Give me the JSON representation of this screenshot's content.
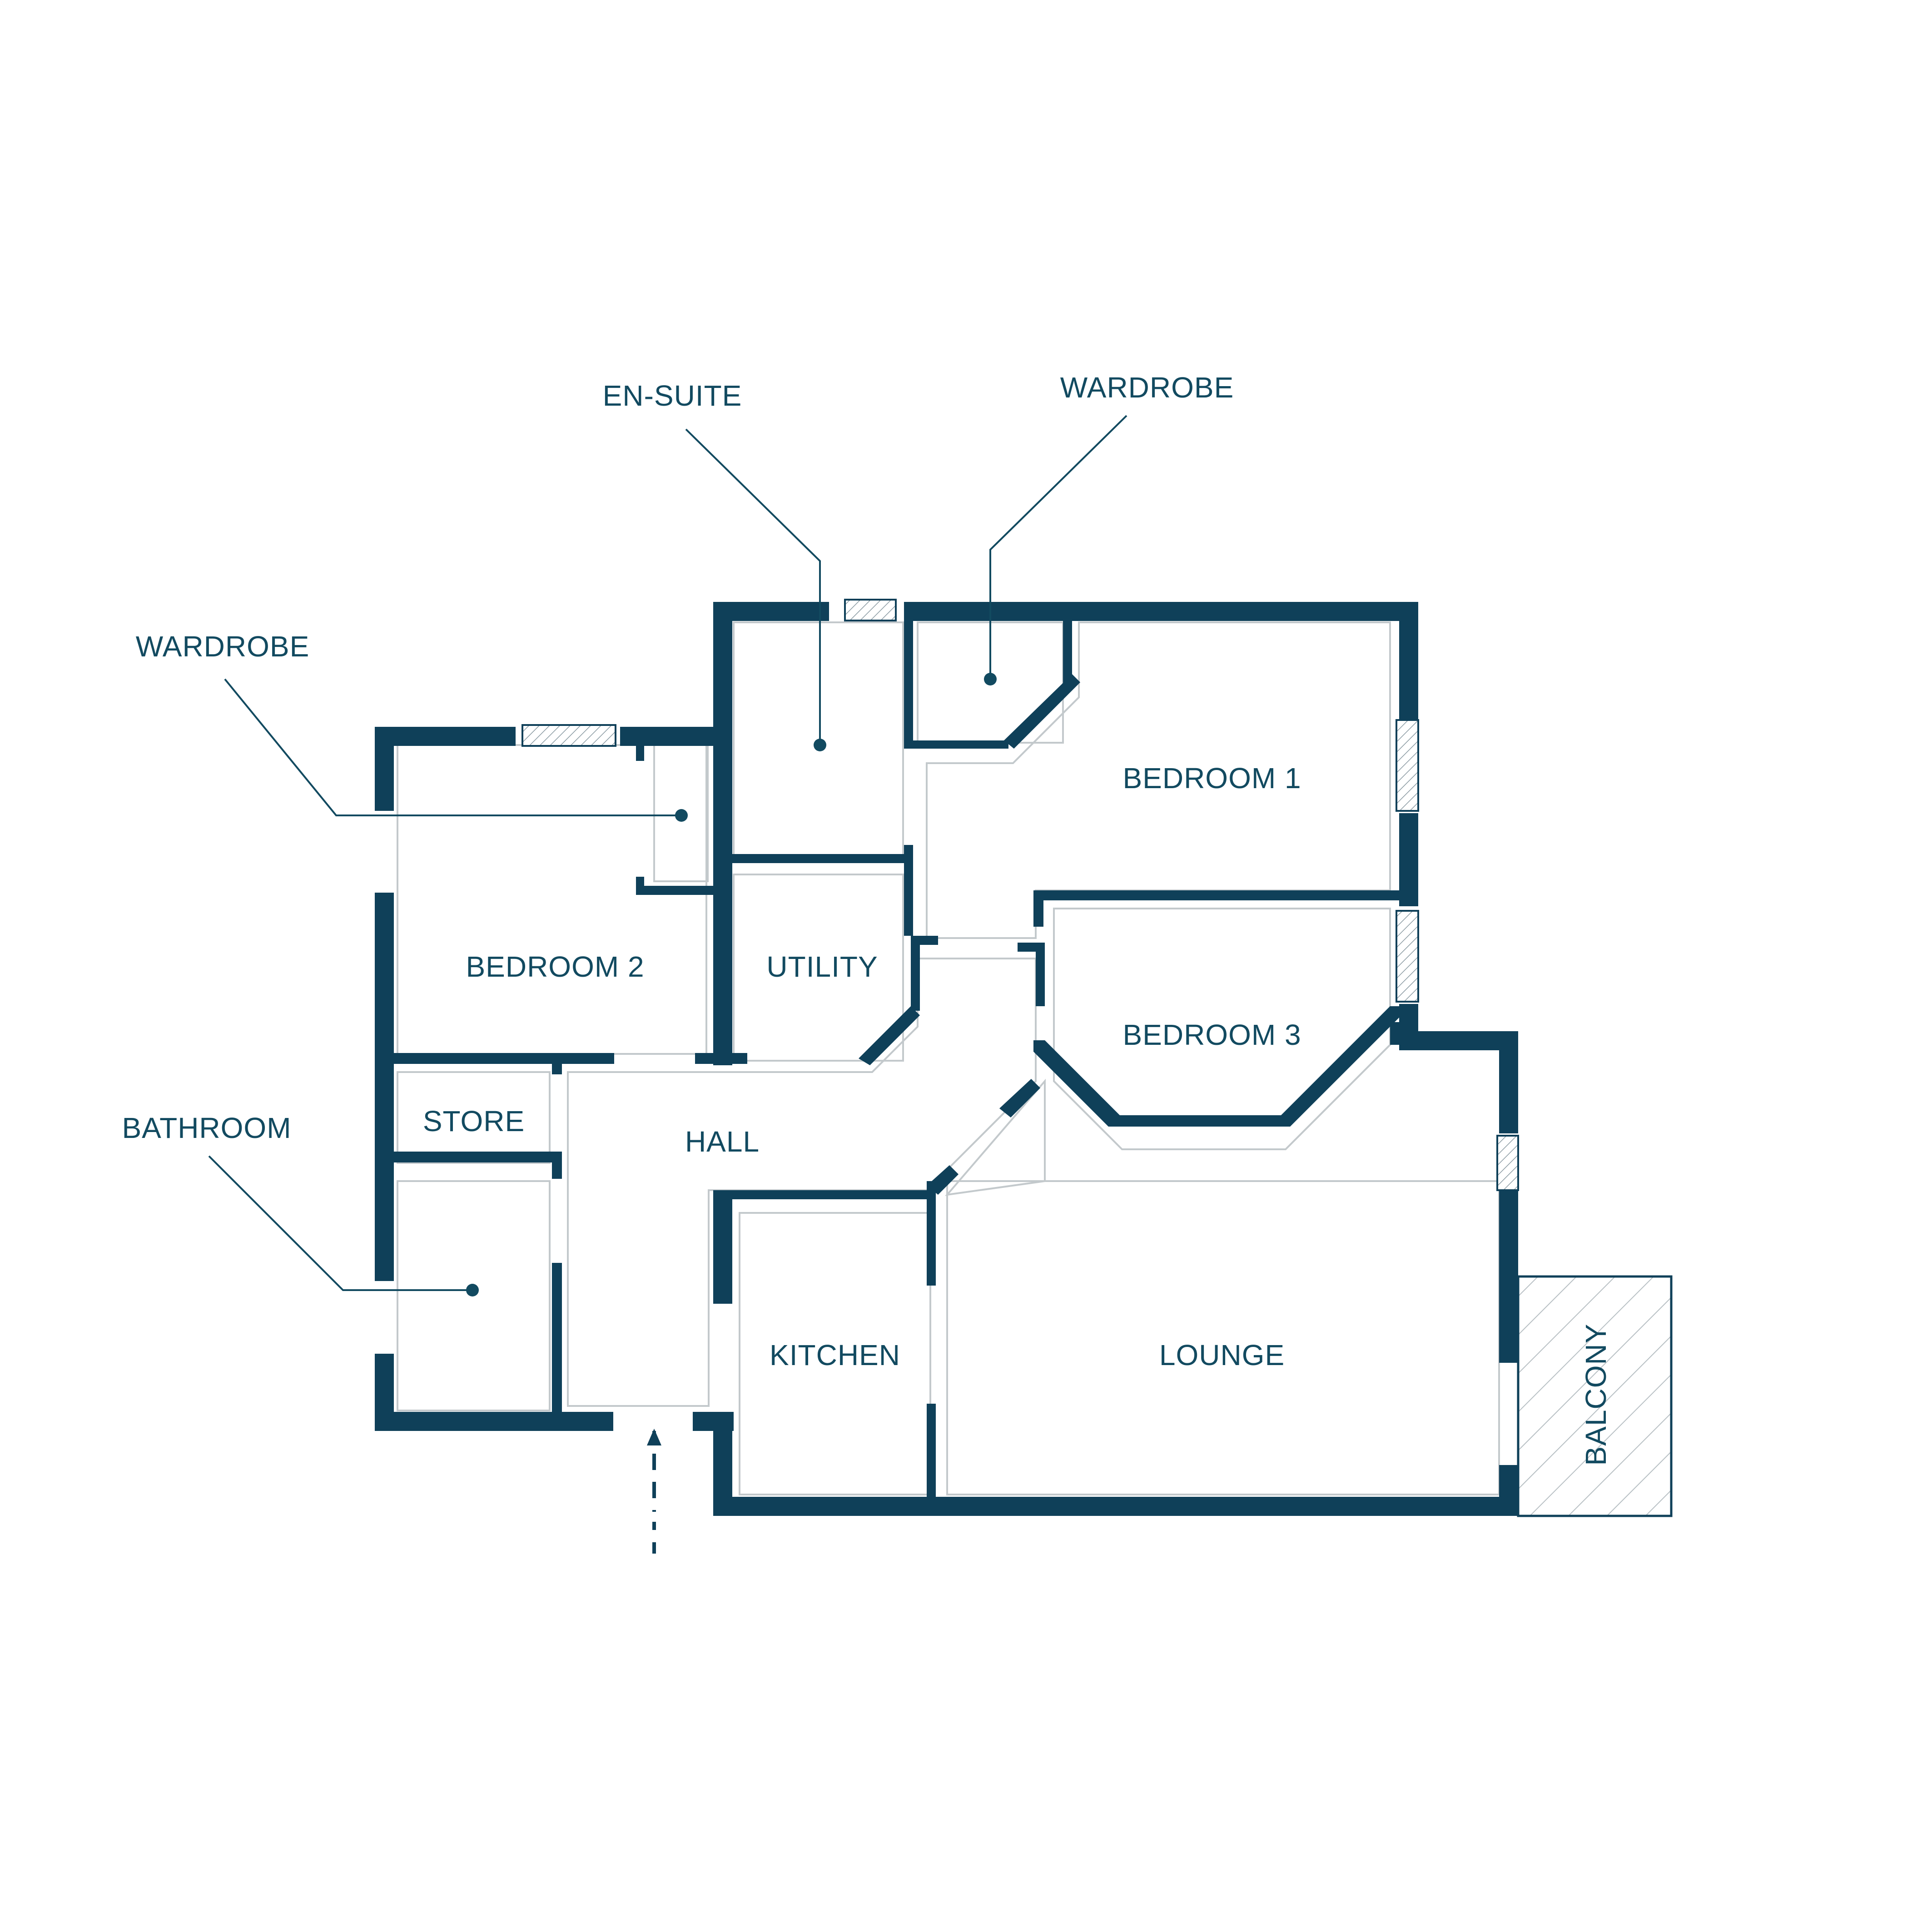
{
  "colors": {
    "wall": "#0f4059",
    "text": "#124a60",
    "inner_line": "#c3c9cc",
    "background": "#ffffff"
  },
  "rooms": {
    "bedroom_1": "BEDROOM 1",
    "bedroom_2": "BEDROOM 2",
    "bedroom_3": "BEDROOM 3",
    "utility": "UTILITY",
    "store": "STORE",
    "hall": "HALL",
    "kitchen": "KITCHEN",
    "lounge": "LOUNGE",
    "balcony": "BALCONY"
  },
  "callouts": {
    "en_suite": "EN-SUITE",
    "wardrobe_bedroom1": "WARDROBE",
    "wardrobe_bedroom2": "WARDROBE",
    "bathroom": "BATHROOM"
  },
  "icons": {
    "entrance": "dashed-arrow-up-icon",
    "window": "hatched-window-icon"
  }
}
